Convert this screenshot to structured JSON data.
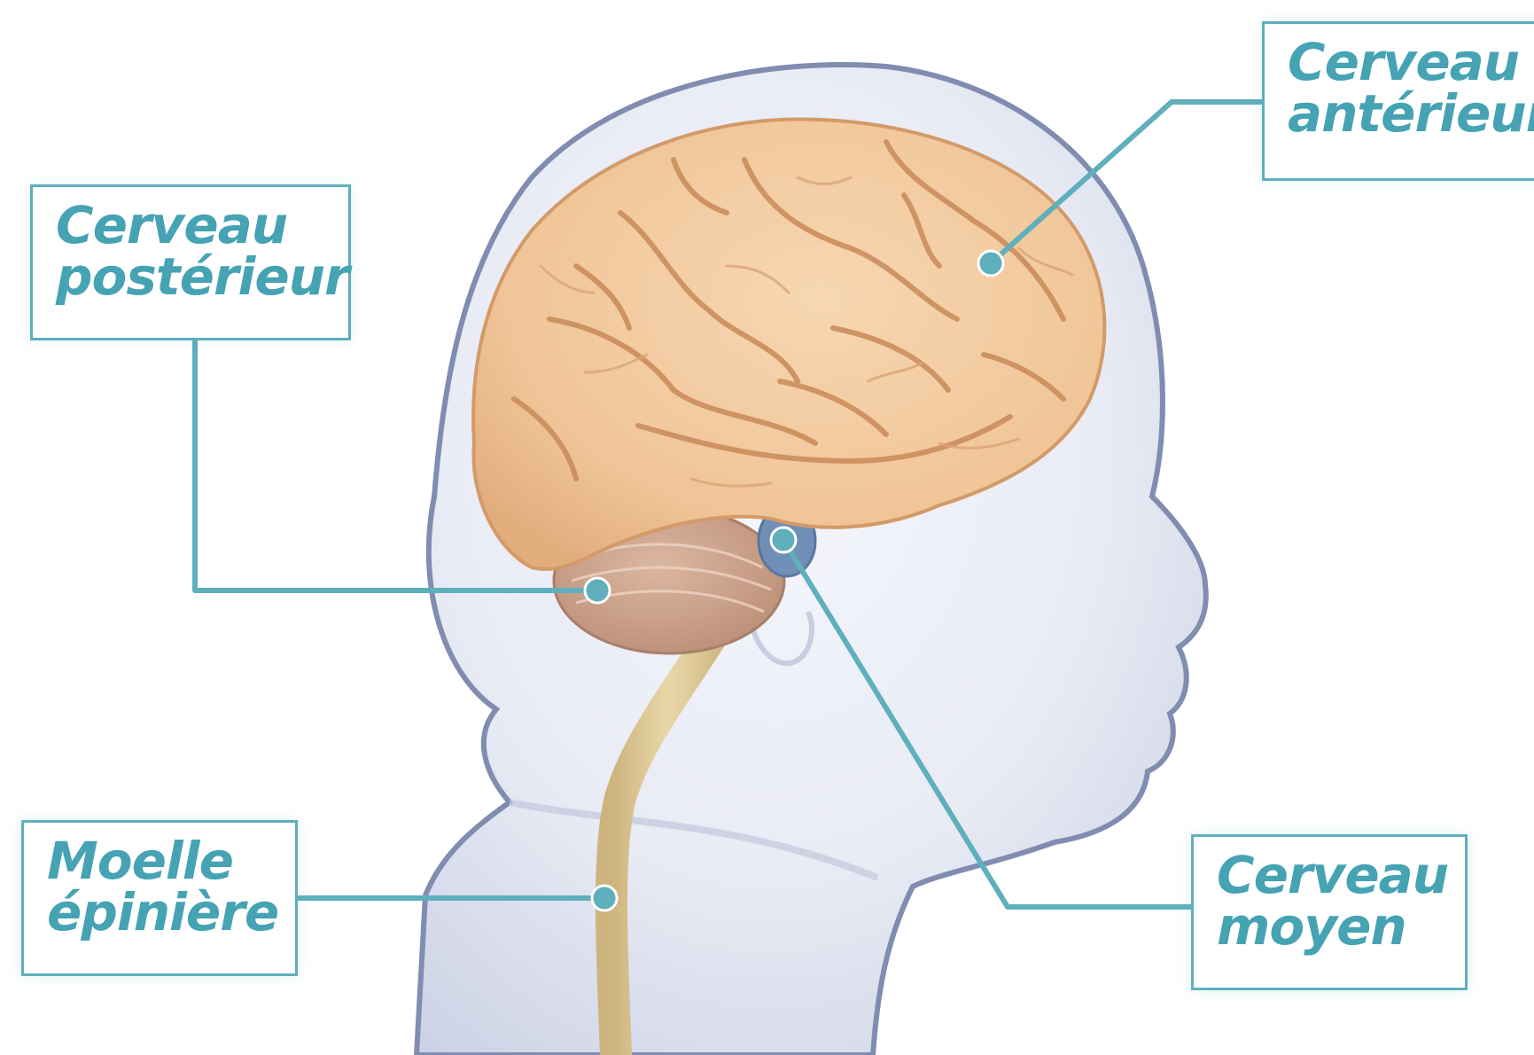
{
  "diagram": {
    "colors": {
      "accent": "#45a3b3",
      "leader_line": "#5fafbd",
      "brain": "#f1c9a0",
      "cerebellum": "#c99d86",
      "midbrain": "#6f8fb6",
      "spinal_cord": "#ddc896",
      "body_silhouette": "#dde2ef"
    },
    "labels": {
      "anterieur": {
        "line1": "Cerveau",
        "line2": "antérieur"
      },
      "posterieur": {
        "line1": "Cerveau",
        "line2": "postérieur"
      },
      "moelle": {
        "line1": "Moelle",
        "line2": "épinière"
      },
      "moyen": {
        "line1": "Cerveau",
        "line2": "moyen"
      }
    }
  }
}
